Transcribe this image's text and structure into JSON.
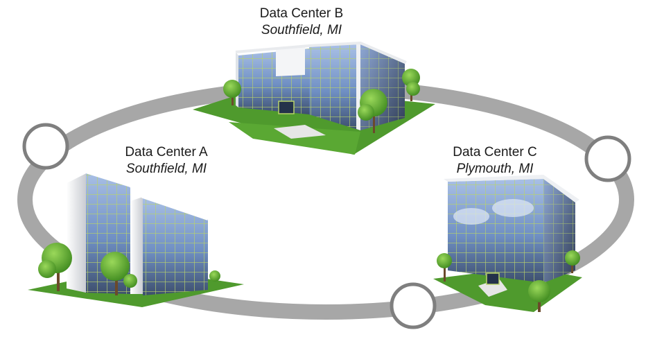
{
  "data_centers": [
    {
      "name": "Data Center A",
      "location": "Southfield, MI"
    },
    {
      "name": "Data Center B",
      "location": "Southfield, MI"
    },
    {
      "name": "Data Center C",
      "location": "Plymouth, MI"
    }
  ],
  "colors": {
    "ring": "#a7a7a7",
    "node_stroke": "#7f7f7f",
    "glass_blue": "#6f8fc3",
    "glass_grid": "#b9d36a",
    "building_white": "#eef0f3",
    "grass": "#4f9a2d",
    "tree": "#5fae2e"
  },
  "icons": [
    "building-icon",
    "tree-icon",
    "ring-node-icon"
  ]
}
